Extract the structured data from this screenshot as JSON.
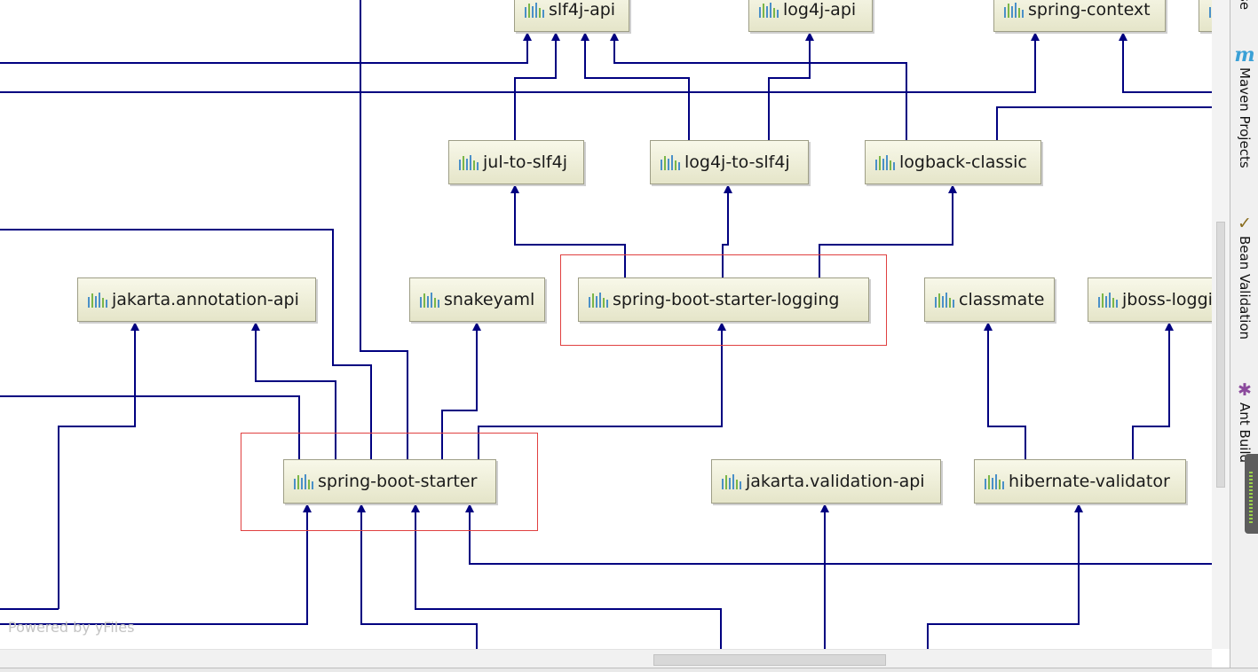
{
  "diagram": {
    "nodes": [
      {
        "id": "slf4j-api",
        "label": "slf4j-api"
      },
      {
        "id": "log4j-api",
        "label": "log4j-api"
      },
      {
        "id": "spring-context",
        "label": "spring-context"
      },
      {
        "id": "jul-to-slf4j",
        "label": "jul-to-slf4j"
      },
      {
        "id": "log4j-to-slf4j",
        "label": "log4j-to-slf4j"
      },
      {
        "id": "logback-classic",
        "label": "logback-classic"
      },
      {
        "id": "jakarta-annotation-api",
        "label": "jakarta.annotation-api"
      },
      {
        "id": "snakeyaml",
        "label": "snakeyaml"
      },
      {
        "id": "spring-boot-starter-logging",
        "label": "spring-boot-starter-logging"
      },
      {
        "id": "classmate",
        "label": "classmate"
      },
      {
        "id": "jboss-logging",
        "label": "jboss-logging"
      },
      {
        "id": "spring-boot-starter",
        "label": "spring-boot-starter"
      },
      {
        "id": "jakarta-validation-api",
        "label": "jakarta.validation-api"
      },
      {
        "id": "hibernate-validator",
        "label": "hibernate-validator"
      }
    ],
    "edges": [
      {
        "from": "jul-to-slf4j",
        "to": "slf4j-api"
      },
      {
        "from": "log4j-to-slf4j",
        "to": "slf4j-api"
      },
      {
        "from": "log4j-to-slf4j",
        "to": "log4j-api"
      },
      {
        "from": "logback-classic",
        "to": "slf4j-api"
      },
      {
        "from": "spring-boot-starter-logging",
        "to": "jul-to-slf4j"
      },
      {
        "from": "spring-boot-starter-logging",
        "to": "log4j-to-slf4j"
      },
      {
        "from": "spring-boot-starter-logging",
        "to": "logback-classic"
      },
      {
        "from": "spring-boot-starter",
        "to": "jakarta-annotation-api"
      },
      {
        "from": "spring-boot-starter",
        "to": "snakeyaml"
      },
      {
        "from": "spring-boot-starter",
        "to": "spring-boot-starter-logging"
      },
      {
        "from": "hibernate-validator",
        "to": "classmate"
      },
      {
        "from": "hibernate-validator",
        "to": "jboss-logging"
      }
    ],
    "selected": [
      "spring-boot-starter-logging",
      "spring-boot-starter"
    ],
    "watermark": "Powered by yFiles",
    "edge_color": "#000080",
    "selection_color": "#e04040"
  },
  "tool_windows": {
    "top_tab_fragment": "se",
    "maven_projects": "Maven Projects",
    "bean_validation": "Bean Validation",
    "ant_build": "Ant Build"
  },
  "icons": {
    "module": "maven-module-icon",
    "maven": "maven-icon",
    "bean": "bean-validation-icon",
    "ant": "ant-icon"
  }
}
